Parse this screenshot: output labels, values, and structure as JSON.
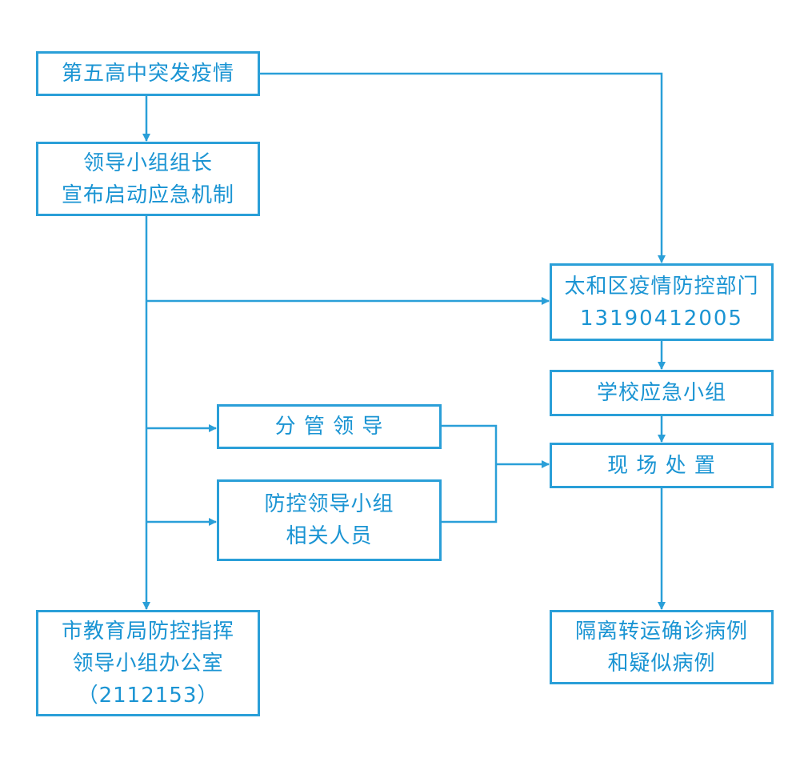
{
  "colors": {
    "line": "#2a9fd8",
    "text": "#1a94d3",
    "background": "#ffffff"
  },
  "nodes": {
    "outbreak": {
      "line1": "第五高中突发疫情"
    },
    "leader": {
      "line1": "领导小组组长",
      "line2": "宣布启动应急机制"
    },
    "district": {
      "line1": "太和区疫情防控部门",
      "line2": "13190412005"
    },
    "school_team": {
      "line1": "学校应急小组"
    },
    "supervisor": {
      "line1": "分 管 领 导"
    },
    "team_members": {
      "line1": "防控领导小组",
      "line2": "相关人员"
    },
    "onsite": {
      "line1": "现 场 处 置"
    },
    "isolation": {
      "line1": "隔离转运确诊病例",
      "line2": "和疑似病例"
    },
    "education_bureau": {
      "line1": "市教育局防控指挥",
      "line2": "领导小组办公室",
      "line3": "（2112153）"
    }
  }
}
